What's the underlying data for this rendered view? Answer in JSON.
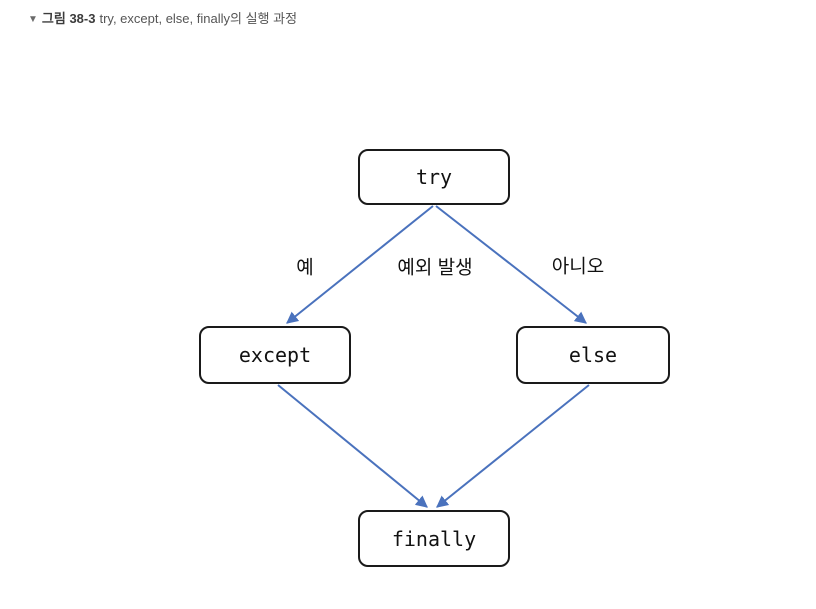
{
  "caption": {
    "marker": "▼",
    "label": "그림 38-3",
    "text": "try, except, else, finally의 실행 과정"
  },
  "diagram": {
    "type": "flowchart",
    "nodes": {
      "try": "try",
      "except": "except",
      "else": "else",
      "finally": "finally"
    },
    "edge_labels": {
      "yes": "예",
      "exception": "예외 발생",
      "no": "아니오"
    },
    "edges": [
      {
        "from": "try",
        "to": "except",
        "label": "예 (예외 발생)"
      },
      {
        "from": "try",
        "to": "else",
        "label": "아니오 (예외 발생)"
      },
      {
        "from": "except",
        "to": "finally",
        "label": ""
      },
      {
        "from": "else",
        "to": "finally",
        "label": ""
      }
    ],
    "colors": {
      "arrow": "#4a72bd",
      "border": "#1a1a1a"
    }
  }
}
